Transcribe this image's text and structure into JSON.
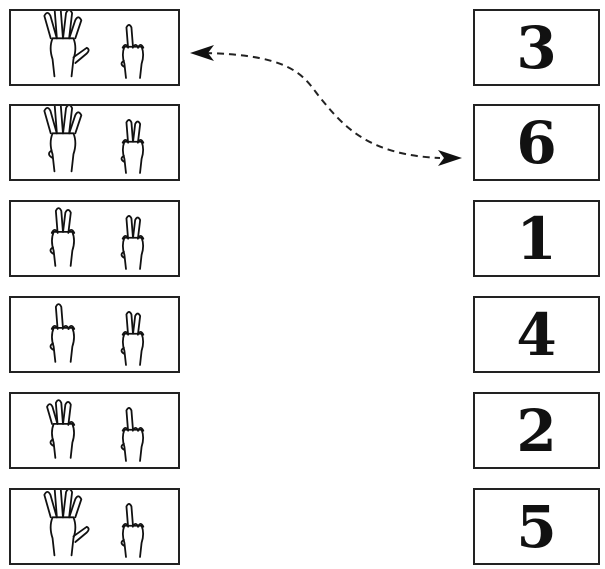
{
  "hand_cards": [
    {
      "id": "h1",
      "left_fingers": 5,
      "right_fingers": 1
    },
    {
      "id": "h2",
      "left_fingers": 4,
      "right_fingers": 2
    },
    {
      "id": "h3",
      "left_fingers": 2,
      "right_fingers": 2
    },
    {
      "id": "h4",
      "left_fingers": 1,
      "right_fingers": 2
    },
    {
      "id": "h5",
      "left_fingers": 3,
      "right_fingers": 1
    },
    {
      "id": "h6",
      "left_fingers": 5,
      "right_fingers": 1
    }
  ],
  "number_cards": [
    {
      "label": "3"
    },
    {
      "label": "6"
    },
    {
      "label": "1"
    },
    {
      "label": "4"
    },
    {
      "label": "2"
    },
    {
      "label": "5"
    }
  ],
  "connector": {
    "from_hand_card": 0,
    "to_number_card": 1,
    "style": "dashed",
    "arrowheads": "both"
  },
  "colors": {
    "ink": "#111111",
    "border": "#222222",
    "background": "#ffffff"
  }
}
